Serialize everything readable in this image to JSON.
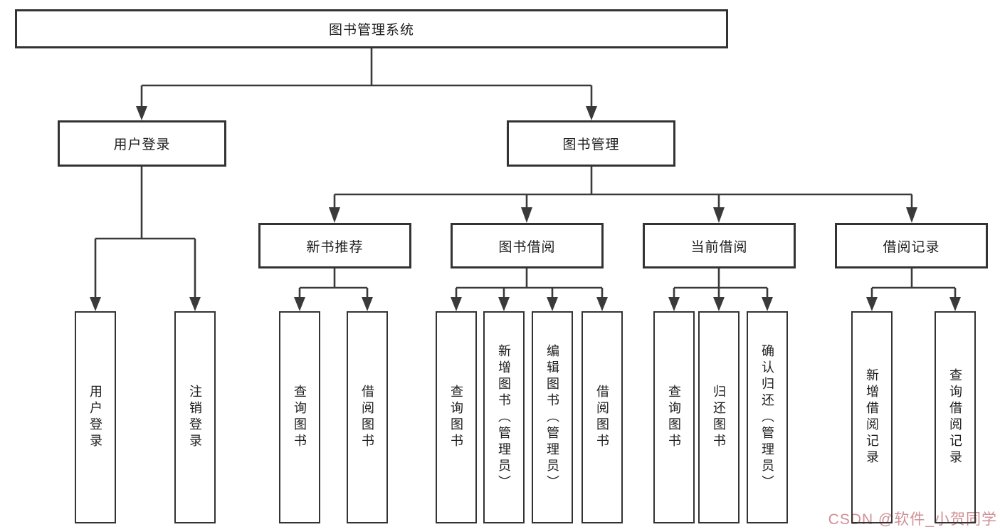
{
  "colors": {
    "background": "#ffffff",
    "line": "#3a3a3a",
    "box_border": "#333333",
    "text": "#1f1f1f",
    "watermark": "#cf9096"
  },
  "watermark": {
    "text": "CSDN @软件_小贺同学"
  },
  "diagram": {
    "type": "tree",
    "root": {
      "label": "图书管理系统"
    },
    "level2": [
      {
        "label": "用户登录"
      },
      {
        "label": "图书管理"
      }
    ],
    "level3": [
      {
        "label": "新书推荐",
        "parent": "图书管理"
      },
      {
        "label": "图书借阅",
        "parent": "图书管理"
      },
      {
        "label": "当前借阅",
        "parent": "图书管理"
      },
      {
        "label": "借阅记录",
        "parent": "图书管理"
      }
    ],
    "leaves": [
      {
        "label": "用户登录",
        "parent": "用户登录"
      },
      {
        "label": "注销登录",
        "parent": "用户登录"
      },
      {
        "label": "查询图书",
        "parent": "新书推荐"
      },
      {
        "label": "借阅图书",
        "parent": "新书推荐"
      },
      {
        "label": "查询图书",
        "parent": "图书借阅"
      },
      {
        "label": "新增图书（管理员）",
        "parent": "图书借阅"
      },
      {
        "label": "编辑图书（管理员）",
        "parent": "图书借阅"
      },
      {
        "label": "借阅图书",
        "parent": "图书借阅"
      },
      {
        "label": "查询图书",
        "parent": "当前借阅"
      },
      {
        "label": "归还图书",
        "parent": "当前借阅"
      },
      {
        "label": "确认归还（管理员）",
        "parent": "当前借阅"
      },
      {
        "label": "新增借阅记录",
        "parent": "借阅记录"
      },
      {
        "label": "查询借阅记录",
        "parent": "借阅记录"
      }
    ]
  }
}
